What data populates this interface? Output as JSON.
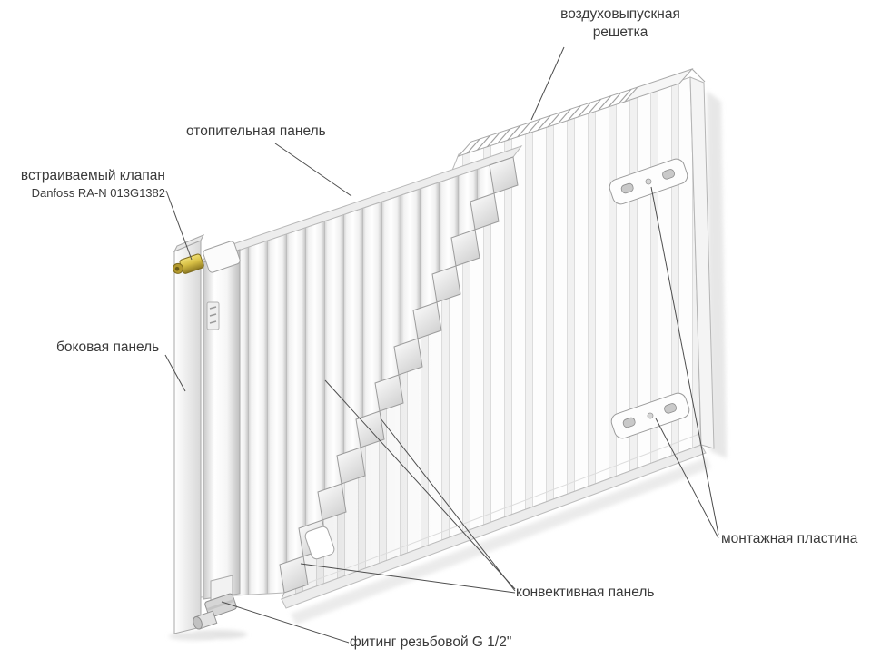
{
  "labels": {
    "air_vent_grille": {
      "text_line1": "воздуховыпускная",
      "text_line2": "решетка"
    },
    "heating_panel": {
      "text": "отопительная панель"
    },
    "built_in_valve": {
      "text": "встраиваемый клапан",
      "subtext": "Danfoss RA-N 013G1382"
    },
    "side_panel": {
      "text": "боковая панель"
    },
    "mounting_plate": {
      "text": "монтажная пластина"
    },
    "convective_panel": {
      "text": "конвективная панель"
    },
    "threaded_fitting": {
      "text": "фитинг резьбовой G 1/2\""
    }
  },
  "colors": {
    "background": "#ffffff",
    "label_text": "#3a3a3a",
    "leader_line": "#4d4d4d",
    "panel_outline": "#b5b5b5",
    "valve_brass": "#d7bf45"
  }
}
